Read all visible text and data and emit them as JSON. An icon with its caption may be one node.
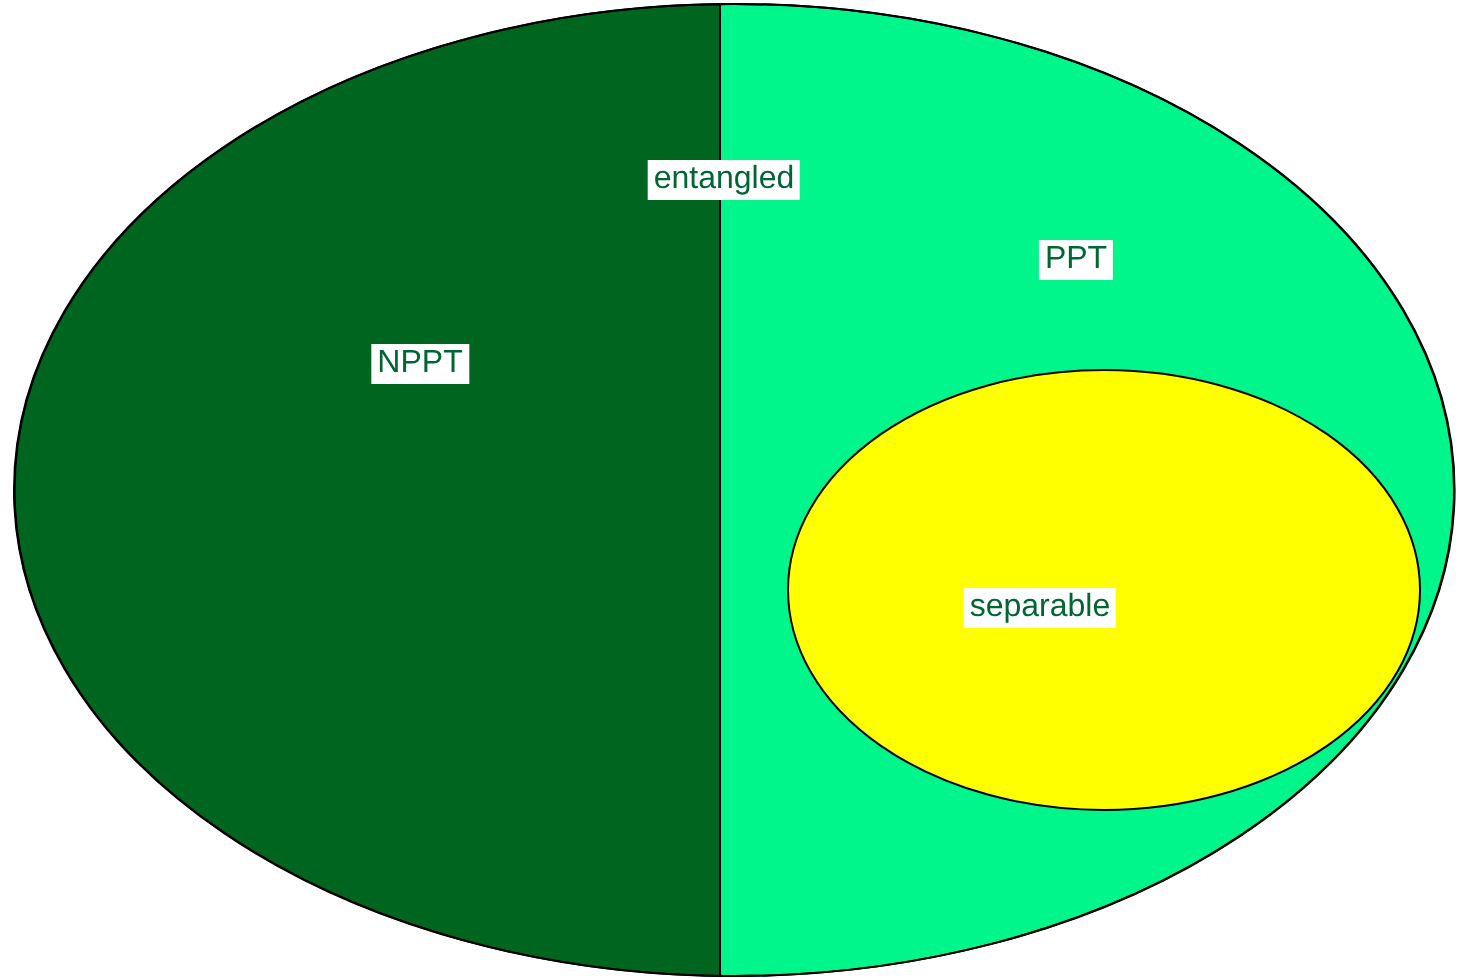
{
  "diagram": {
    "nodes": [
      {
        "text": [],
        "shape": "ellipse"
      },
      {
        "text": [
          "NPPT"
        ],
        "in": 0
      },
      {
        "text": [
          "PPT"
        ],
        "in": 0
      },
      {
        "text": [
          "separable"
        ],
        "in": 2
      }
    ],
    "labels": [
      "entangled"
    ]
  }
}
